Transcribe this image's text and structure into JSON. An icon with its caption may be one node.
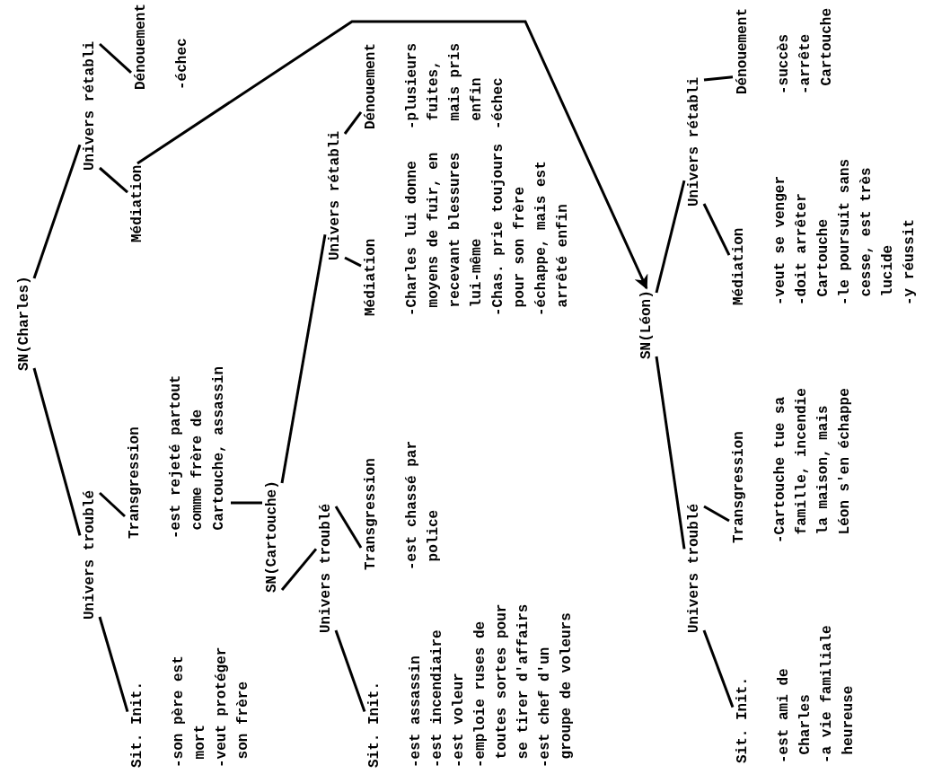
{
  "diagram": {
    "nodes": [
      {
        "text": [
          "SN(Charles)"
        ]
      },
      {
        "text": [
          "Univers troublé"
        ]
      },
      {
        "text": [
          "Univers rétabli"
        ]
      },
      {
        "text": [
          "Sit. Init."
        ],
        "beside": [
          "-son père est mort",
          "-veut protéger son frère"
        ]
      },
      {
        "text": [
          "Transgression"
        ],
        "beside": [
          "-est rejeté partout comme frère de Cartouche, assassin"
        ]
      },
      {
        "text": [
          "Médiation"
        ]
      },
      {
        "text": [
          "Dénouement"
        ],
        "beside": [
          "-échec"
        ]
      },
      {
        "text": [
          "SN(Cartouche)"
        ]
      },
      {
        "text": [
          "Univers troublé"
        ]
      },
      {
        "text": [
          "Univers rétabli"
        ]
      },
      {
        "text": [
          "Sit. Init."
        ],
        "beside": [
          "-est assassin",
          "-est incendiaire",
          "-est voleur",
          "-emploie ruses de toutes sortes pour se tirer d'affairs",
          "-est chef d'un groupe de voleurs"
        ]
      },
      {
        "text": [
          "Transgression"
        ],
        "beside": [
          "-est chassé par police"
        ]
      },
      {
        "text": [
          "Médiation"
        ],
        "beside": [
          "-Charles lui donne moyens de fuir, en recevant blessures lui-même",
          "-Chas. prie toujours pour son frère",
          "-échappe, mais est arrêté enfin"
        ]
      },
      {
        "text": [
          "Dénouement"
        ],
        "beside": [
          "-plusieurs fuites, mais pris enfin",
          "-échec"
        ]
      },
      {
        "text": [
          "SN(Léon)"
        ]
      },
      {
        "text": [
          "Univers troublé"
        ]
      },
      {
        "text": [
          "Univers rétabli"
        ]
      },
      {
        "text": [
          "Sit. Init."
        ],
        "beside": [
          "-est ami de Charles",
          "-a vie familiale heureuse"
        ]
      },
      {
        "text": [
          "Transgression"
        ],
        "beside": [
          "-Cartouche tue sa famille, incendie la maison, mais Léon s'en échappe"
        ]
      },
      {
        "text": [
          "Médiation"
        ],
        "beside": [
          "-veut se venger",
          "-doit arrêter Cartouche",
          "-le poursuit sans cesse, est très lucide",
          "-y réussit"
        ]
      },
      {
        "text": [
          "Dénouement"
        ],
        "beside": [
          "-succès",
          "-arrête Cartouche"
        ]
      }
    ],
    "edges": [
      {
        "from": 0,
        "to": 1,
        "arrow": "none"
      },
      {
        "from": 0,
        "to": 2,
        "arrow": "none"
      },
      {
        "from": 1,
        "to": 3,
        "arrow": "none"
      },
      {
        "from": 1,
        "to": 4,
        "arrow": "none"
      },
      {
        "from": 2,
        "to": 5,
        "arrow": "none"
      },
      {
        "from": 2,
        "to": 6,
        "arrow": "none"
      },
      {
        "from": 4,
        "to": 7,
        "arrow": "none"
      },
      {
        "from": 7,
        "to": 8,
        "arrow": "none"
      },
      {
        "from": 7,
        "to": 9,
        "arrow": "none"
      },
      {
        "from": 8,
        "to": 10,
        "arrow": "none"
      },
      {
        "from": 8,
        "to": 11,
        "arrow": "none"
      },
      {
        "from": 9,
        "to": 12,
        "arrow": "none"
      },
      {
        "from": 9,
        "to": 13,
        "arrow": "none"
      },
      {
        "from": 5,
        "to": 14,
        "arrow": "to"
      },
      {
        "from": 14,
        "to": 15,
        "arrow": "none"
      },
      {
        "from": 14,
        "to": 16,
        "arrow": "none"
      },
      {
        "from": 15,
        "to": 17,
        "arrow": "none"
      },
      {
        "from": 15,
        "to": 18,
        "arrow": "none"
      },
      {
        "from": 16,
        "to": 19,
        "arrow": "none"
      },
      {
        "from": 16,
        "to": 20,
        "arrow": "none"
      }
    ]
  }
}
